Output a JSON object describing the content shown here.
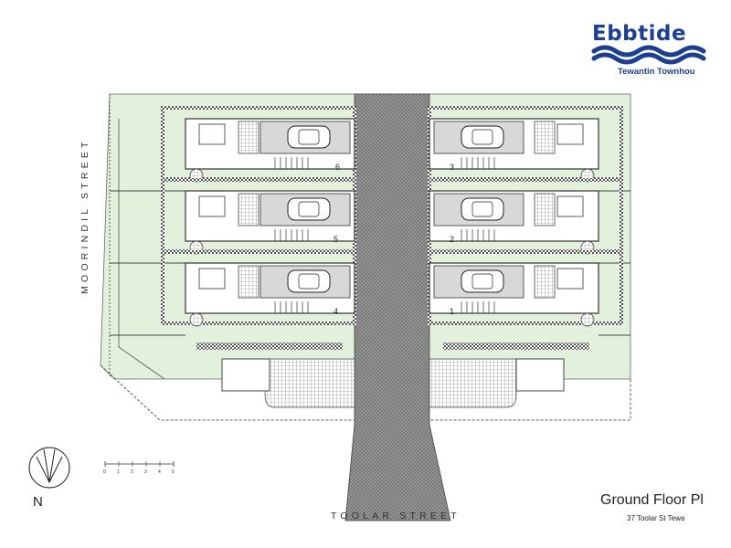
{
  "brand": {
    "name": "Ebbtide",
    "tagline": "Tewantin Townhou",
    "wave_color": "#1c3f94"
  },
  "streets": {
    "bottom": "TOOLAR STREET",
    "left": "MOORINDIL STREET"
  },
  "plan": {
    "title": "Ground Floor Pl",
    "address": "37 Toolar St Tewa"
  },
  "north_arrow": {
    "label": "N"
  },
  "scale_bar": {
    "ticks": [
      "0",
      "1",
      "2",
      "3",
      "4",
      "5"
    ]
  },
  "units": [
    {
      "number": "6"
    },
    {
      "number": "5"
    },
    {
      "number": "4"
    },
    {
      "number": "3"
    },
    {
      "number": "2"
    },
    {
      "number": "1"
    }
  ],
  "colors": {
    "site_green": "#e2f0dc",
    "driveway": "#8c8c8c",
    "garage": "#d8d8d8",
    "line": "#333333"
  }
}
